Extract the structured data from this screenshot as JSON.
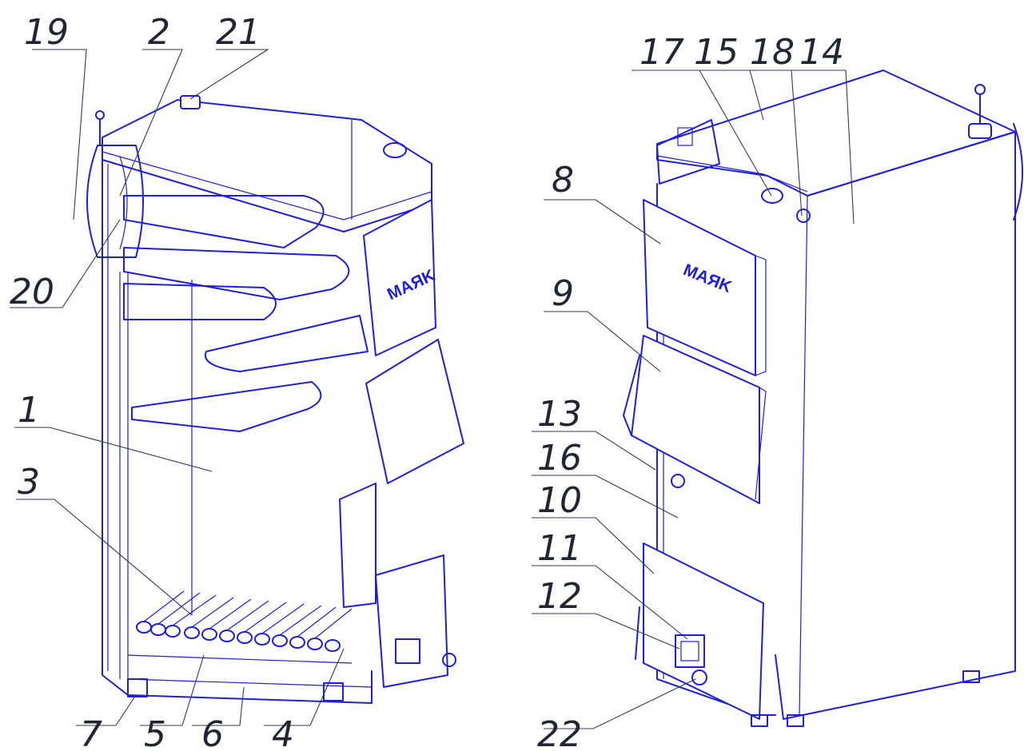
{
  "diagram": {
    "brand": "MAЯK",
    "left_labels": [
      {
        "id": "19",
        "text": "19"
      },
      {
        "id": "2",
        "text": "2"
      },
      {
        "id": "21",
        "text": "21"
      },
      {
        "id": "20",
        "text": "20"
      },
      {
        "id": "1",
        "text": "1"
      },
      {
        "id": "3",
        "text": "3"
      },
      {
        "id": "7",
        "text": "7"
      },
      {
        "id": "5",
        "text": "5"
      },
      {
        "id": "6",
        "text": "6"
      },
      {
        "id": "4",
        "text": "4"
      }
    ],
    "right_labels": [
      {
        "id": "17",
        "text": "17"
      },
      {
        "id": "15",
        "text": "15"
      },
      {
        "id": "18",
        "text": "18"
      },
      {
        "id": "14",
        "text": "14"
      },
      {
        "id": "8",
        "text": "8"
      },
      {
        "id": "9",
        "text": "9"
      },
      {
        "id": "13",
        "text": "13"
      },
      {
        "id": "16",
        "text": "16"
      },
      {
        "id": "10",
        "text": "10"
      },
      {
        "id": "11",
        "text": "11"
      },
      {
        "id": "12",
        "text": "12"
      },
      {
        "id": "22",
        "text": "22"
      }
    ]
  },
  "colors": {
    "line": "#1f1fd6",
    "leader": "#333a55",
    "text": "#222633"
  }
}
